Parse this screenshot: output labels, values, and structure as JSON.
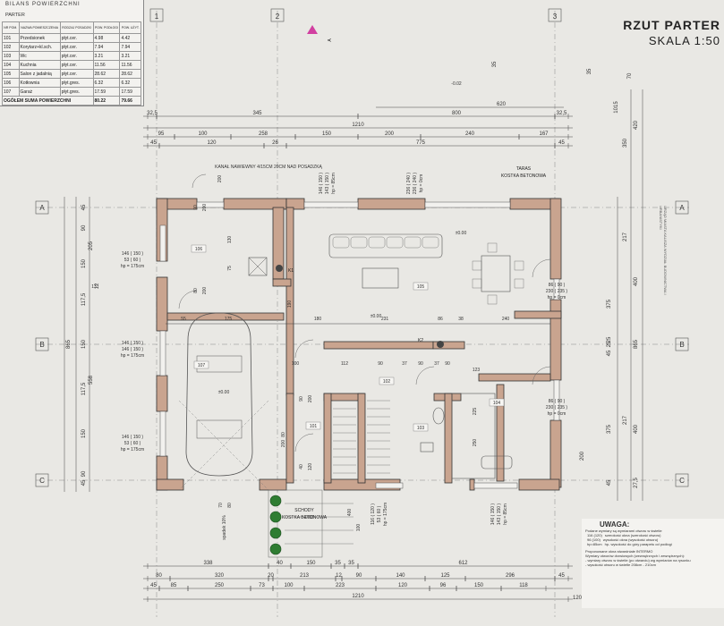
{
  "legend": {
    "title": "BILANS POWIERZCHNI",
    "subtitle": "PARTER",
    "headers": [
      "NR POM.",
      "NAZWA POMIESZCZENIA",
      "RODZAJ POSADZKI",
      "POW. PODŁOGI",
      "POW. UŻYT."
    ],
    "rows": [
      [
        "101",
        "Przedsionek",
        "płyt.cer.",
        "4.98",
        "4.42"
      ],
      [
        "102",
        "Korytarz+kl.sch.",
        "płyt.cer.",
        "7.94",
        "7.94"
      ],
      [
        "103",
        "Wc",
        "płyt.cer.",
        "3.21",
        "3.21"
      ],
      [
        "104",
        "Kuchnia",
        "płyt.cer.",
        "11.56",
        "11.56"
      ],
      [
        "105",
        "Salon z jadalnią",
        "płyt.cer.",
        "28.62",
        "28.62"
      ],
      [
        "106",
        "Kotłownia",
        "płyt.gres.",
        "6.32",
        "6.32"
      ],
      [
        "107",
        "Garaż",
        "płyt.gres.",
        "17.59",
        "17.59"
      ]
    ],
    "total_label": "OGÓŁEM SUMA POWIERZCHNI",
    "total_floor": "80.22",
    "total_usable": "79.66"
  },
  "title": {
    "main": "RZUT PARTER",
    "scale": "SKALA 1:50"
  },
  "axes": {
    "vertical": [
      "1",
      "2",
      "3"
    ],
    "horizontal": [
      "A",
      "B",
      "C"
    ]
  },
  "dimensions": {
    "top_row1": [
      "32,5",
      "345",
      "800",
      "32,5"
    ],
    "top_row2": [
      "1210"
    ],
    "top_row3": [
      "95",
      "100",
      "258",
      "150",
      "200",
      "240",
      "167"
    ],
    "top_row4": [
      "45",
      "120",
      "26",
      "775",
      "45"
    ],
    "top_right": [
      "620",
      "70",
      "35",
      "35"
    ],
    "right_vert": [
      "1015",
      "420",
      "350",
      "375",
      "217",
      "865",
      "25",
      "45",
      "400",
      "217",
      "25",
      "375",
      "45",
      "200",
      "400",
      "27,5"
    ],
    "left_vert": [
      "45",
      "90",
      "205",
      "150",
      "117,5",
      "865",
      "150",
      "558",
      "117,5",
      "150",
      "90",
      "45",
      "12"
    ],
    "interior": [
      "55",
      "90",
      "175",
      "180",
      "231",
      "86",
      "38",
      "240",
      "13",
      "100",
      "112",
      "90",
      "37",
      "90",
      "37",
      "90",
      "123",
      "130",
      "75",
      "90",
      "200",
      "80",
      "200",
      "80",
      "200",
      "90",
      "200",
      "40",
      "120",
      "190",
      "400",
      "100",
      "250",
      "225",
      "70",
      "80",
      "200"
    ],
    "bottom_row1": [
      "338",
      "40",
      "150",
      "35",
      "35",
      "612"
    ],
    "bottom_row2": [
      "80",
      "320",
      "20",
      "213",
      "12",
      "90",
      "140",
      "125",
      "296",
      "45"
    ],
    "bottom_row3": [
      "45",
      "85",
      "250",
      "73",
      "100",
      "223",
      "120",
      "96",
      "150",
      "118"
    ],
    "bottom_row4": [
      "1210"
    ],
    "bottom_right": [
      "120"
    ]
  },
  "windows": [
    {
      "size": "146 ( 150 )",
      "size2": "53 ( 60 )",
      "hp": "hp = 175cm"
    },
    {
      "size": "146 ( 150 )",
      "size2": "146 ( 150 )",
      "hp": "hp = 175cm"
    },
    {
      "size": "146 ( 150 )",
      "size2": "53 ( 60 )",
      "hp": "hp = 175cm"
    },
    {
      "size": "146 ( 150 )",
      "size2": "143 ( 150 )",
      "hp": "hp = 85cm"
    },
    {
      "size": "236 ( 240 )",
      "size2": "236 ( 240 )",
      "hp": "hp = 0cm"
    },
    {
      "size": "86 ( 90 )",
      "size2": "230 ( 235 )",
      "hp": "hp = 0cm"
    },
    {
      "size": "86 ( 90 )",
      "size2": "230 ( 235 )",
      "hp": "hp = 0cm"
    },
    {
      "size": "116 ( 120 )",
      "size2": "53 ( 60 )",
      "hp": "hp = 175cm"
    },
    {
      "size": "146 ( 150 )",
      "size2": "143 ( 150 )",
      "hp": "hp = 85cm"
    }
  ],
  "labels": {
    "terrace": "TARAS",
    "terrace_sub": "KOSTKA BETONOWA",
    "stairs": "SCHODY",
    "stairs_sub": "KOSTKA BETONOWA",
    "k1": "K1",
    "k2": "K2",
    "level1": "±0.00",
    "level2": "-0.02",
    "section": "A",
    "rooms": [
      "106",
      "105",
      "107",
      "101",
      "102",
      "103",
      "104"
    ],
    "ramp": "spadek 10%",
    "note_small": "KANAŁ NAWIEWNY 4/15CM 20CM NAD POSADZKĄ",
    "approval": "URZĄD MIASTA KALISZA WYDZIAŁ BUDOWNICTWA I URBANISTYKI"
  },
  "uwaga": {
    "title": "UWAGA:",
    "line1": "Podane wymiary są wymiarami otworu w świetle",
    "rows": [
      [
        "116 (120)",
        "szerokość okna (szerokość otworu)"
      ],
      [
        "96 (100)",
        "wysokość okna (wysokość otworu)"
      ],
      [
        "hp=85cm",
        "hp- wysokość do góry parapetu od podłogi"
      ]
    ],
    "line2": "Proponowane okna stwardniałe INTERMO",
    "line3": "Wymiary otworów drzwiowych (wewnętrznych i zewnętrznych):",
    "line4": "- wymiary otworu w świetle (po otwarciu) wg wymiarów na rysunku",
    "line5": "- wysokość otworu w świetle 208cm - 210cm"
  }
}
